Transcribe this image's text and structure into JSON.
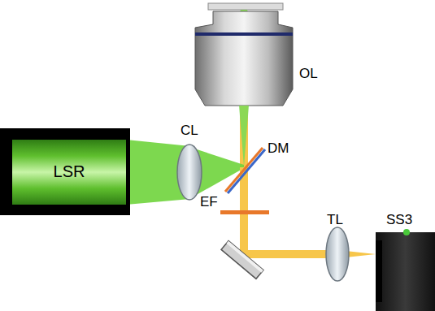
{
  "diagram": {
    "nodes": [
      {
        "text": [
          "LSR"
        ]
      }
    ],
    "labels": [
      "OL",
      "CL",
      "DM",
      "EF",
      "TL",
      "SS3"
    ]
  }
}
